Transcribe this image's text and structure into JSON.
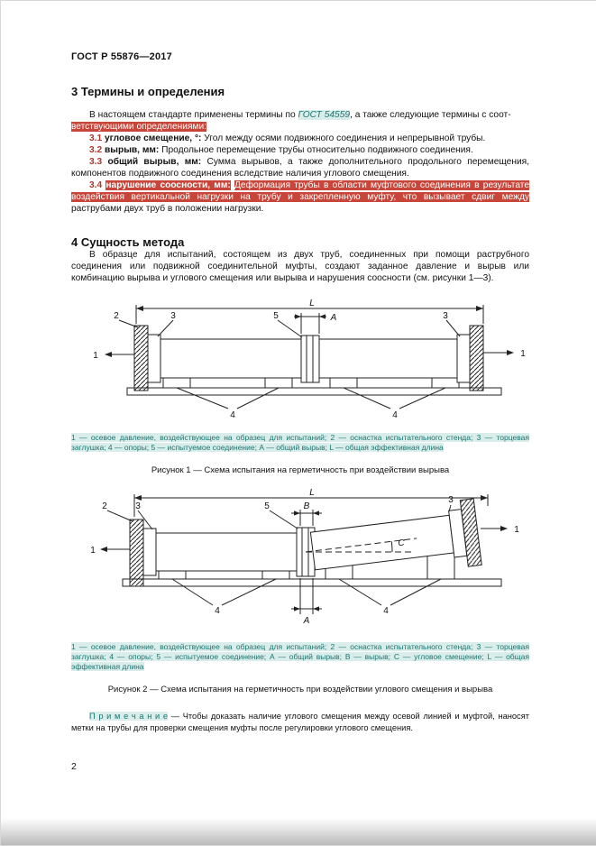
{
  "page": {
    "header": "ГОСТ Р 55876—2017",
    "number": "2"
  },
  "section_terms": {
    "title": "3 Термины и определения",
    "intro_pre": "В настоящем стандарте применены термины по ",
    "intro_ref": "ГОСТ 54559",
    "intro_mid": ", а также следующие термины с соот-",
    "intro_hl": "ветствующими определениями:",
    "terms": [
      {
        "num": "3.1",
        "name": "угловое смещение, °:",
        "definition": "Угол между осями подвижного соединения и непрерывной трубы."
      },
      {
        "num": "3.2",
        "name": "вырыв, мм:",
        "definition": "Продольное перемещение трубы относительно подвижного соединения."
      },
      {
        "num": "3.3",
        "name": "общий вырыв, мм:",
        "definition": "Сумма вырывов, а также дополнительного продольного перемещения, компонентов подвижного соединения вследствие наличия углового смещения."
      },
      {
        "num": "3.4",
        "name": "нарушение соосности, мм:",
        "definition_highlighted": "Деформация трубы в области муфтового соединения в результате воздействия вертикальной нагрузки на трубу и закрепленную муфту, что вызывает сдвиг между",
        "definition_rest": " раструбами двух труб в положении нагрузки."
      }
    ]
  },
  "section_method": {
    "title": "4 Сущность метода",
    "body": "В образце для испытаний, состоящем из двух труб, соединенных при помощи раструбного соединения или подвижной соединительной муфты, создают заданное давление и вырыв или комбинацию вырыва и углового смещения или вырыва и нарушения соосности (см. рисунки 1—3)."
  },
  "figure1": {
    "legend": "1 — осевое давление, воздействующее на образец для испытаний; 2 — оснастка испытательного стенда; 3 — торцевая заглушка; 4 — опоры; 5 — испытуемое соединение; А — общий вырыв; L — общая эффективная длина",
    "title": "Рисунок 1 — Схема испытания на герметичность при воздействии вырыва",
    "labels": {
      "n1": "1",
      "n2": "2",
      "n3": "3",
      "n4": "4",
      "n5": "5",
      "A": "A",
      "L": "L"
    }
  },
  "figure2": {
    "legend": "1 — осевое давление, воздействующее на образец для испытаний; 2 — оснастка испытательного стенда; 3 — торцевая заглушка; 4 — опоры; 5 — испытуемое соединение; А — общий вырыв; В — вырыв; С — угловое смещение; L — общая эффективная длина",
    "title": "Рисунок 2 — Схема испытания на герметичность при воздействии углового смещения и вырыва",
    "labels": {
      "n1": "1",
      "n2": "2",
      "n3": "3",
      "n4": "4",
      "n5": "5",
      "A": "A",
      "B": "B",
      "C": "C",
      "L": "L"
    }
  },
  "note": {
    "label": "П р и м е ч а н и е",
    "text": " — Чтобы доказать наличие углового смещения между осевой линией и муфтой, наносят метки на трубы для проверки смещения муфты после регулировки углового смещения."
  },
  "colors": {
    "highlight_red": "#c8453a",
    "highlight_teal_bg": "#d9edeb",
    "highlight_teal_text": "#1c7570",
    "term_number": "#a83a30"
  }
}
